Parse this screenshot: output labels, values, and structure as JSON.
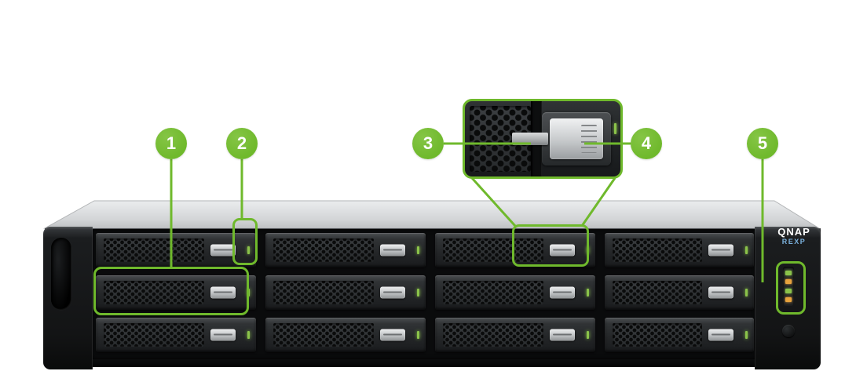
{
  "diagram": {
    "device": {
      "brand": "QNAP",
      "model": "REXP"
    },
    "callouts": [
      {
        "number": "1"
      },
      {
        "number": "2"
      },
      {
        "number": "3"
      },
      {
        "number": "4"
      },
      {
        "number": "5"
      }
    ],
    "colors": {
      "accent": "#6fb92c",
      "led_green": "#8bc34a",
      "led_amber": "#e8a33d"
    }
  }
}
